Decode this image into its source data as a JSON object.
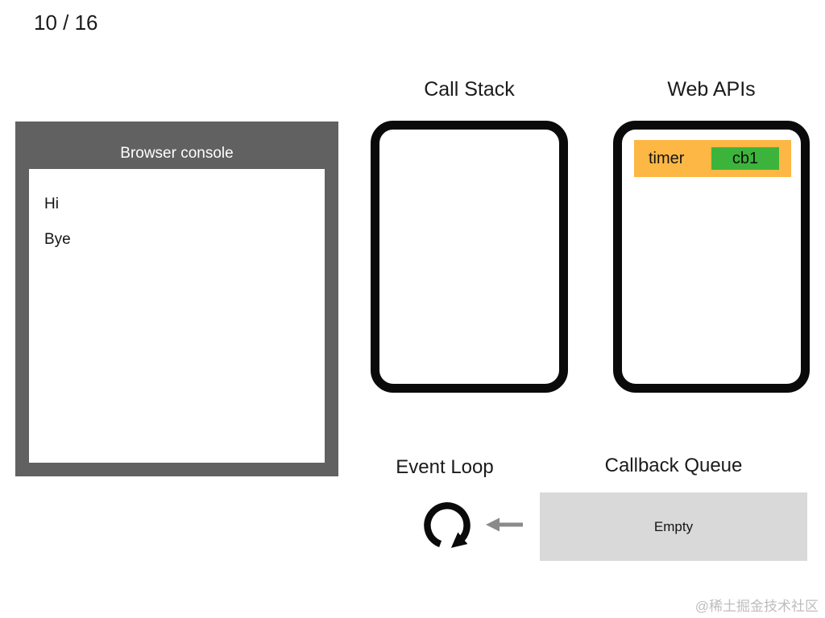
{
  "page": {
    "counter": "10 / 16",
    "watermark": "@稀土掘金技术社区"
  },
  "console": {
    "title": "Browser console",
    "lines": [
      "Hi",
      "Bye"
    ]
  },
  "call_stack": {
    "title": "Call Stack",
    "items": []
  },
  "web_apis": {
    "title": "Web APIs",
    "items": [
      {
        "label": "timer",
        "callback": "cb1"
      }
    ]
  },
  "event_loop": {
    "title": "Event Loop",
    "icons": {
      "loop": "clockwise-loop-arrow-icon",
      "from_queue": "left-arrow-icon"
    }
  },
  "callback_queue": {
    "title": "Callback Queue",
    "status": "Empty"
  },
  "colors": {
    "console_frame": "#616161",
    "box_border": "#0a0a0a",
    "timer_bg": "#fdb744",
    "callback_bg": "#3cb43c",
    "queue_bg": "#d9d9d9",
    "arrow_gray": "#8a8a8a",
    "watermark_gray": "#bdbdbd"
  }
}
